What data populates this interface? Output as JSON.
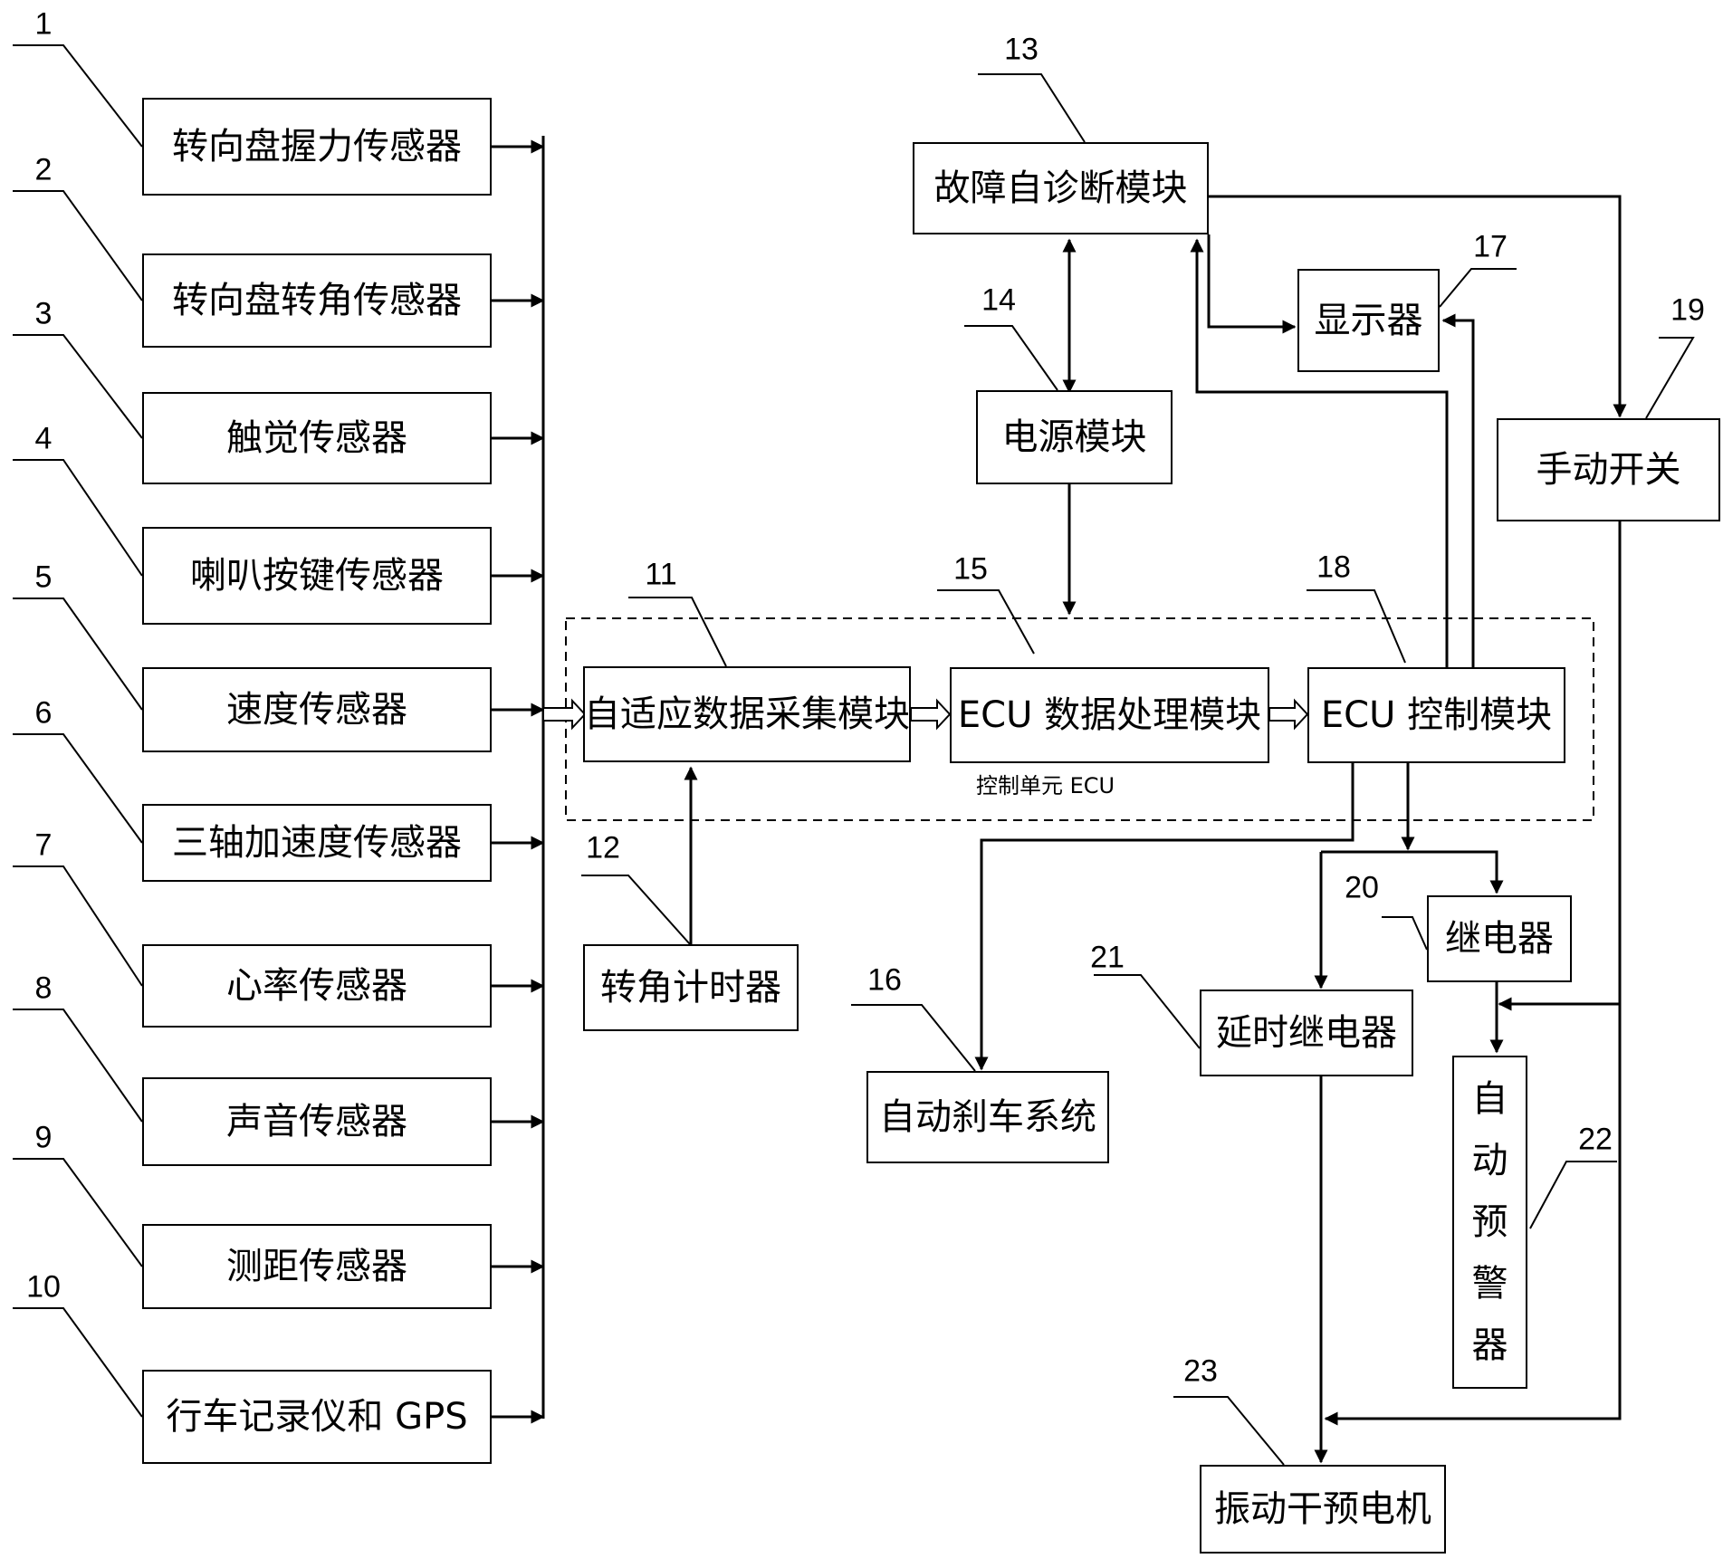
{
  "sensors": [
    {
      "num": "1",
      "label": "转向盘握力传感器"
    },
    {
      "num": "2",
      "label": "转向盘转角传感器"
    },
    {
      "num": "3",
      "label": "触觉传感器"
    },
    {
      "num": "4",
      "label": "喇叭按键传感器"
    },
    {
      "num": "5",
      "label": "速度传感器"
    },
    {
      "num": "6",
      "label": "三轴加速度传感器"
    },
    {
      "num": "7",
      "label": "心率传感器"
    },
    {
      "num": "8",
      "label": "声音传感器"
    },
    {
      "num": "9",
      "label": "测距传感器"
    },
    {
      "num": "10",
      "label": "行车记录仪和 GPS"
    }
  ],
  "modules": {
    "adaptive": {
      "num": "11",
      "label": "自适应数据采集模块"
    },
    "timer": {
      "num": "12",
      "label": "转角计时器"
    },
    "fault": {
      "num": "13",
      "label": "故障自诊断模块"
    },
    "power": {
      "num": "14",
      "label": "电源模块"
    },
    "ecu_data": {
      "num": "15",
      "label": "ECU 数据处理模块"
    },
    "brake": {
      "num": "16",
      "label": "自动刹车系统"
    },
    "display": {
      "num": "17",
      "label": "显示器"
    },
    "ecu_ctrl": {
      "num": "18",
      "label": "ECU 控制模块"
    },
    "switch": {
      "num": "19",
      "label": "手动开关"
    },
    "relay": {
      "num": "20",
      "label": "继电器"
    },
    "delay_relay": {
      "num": "21",
      "label": "延时继电器"
    },
    "warner": {
      "num": "22",
      "chars": [
        "自",
        "动",
        "预",
        "警",
        "器"
      ]
    },
    "motor": {
      "num": "23",
      "label": "振动干预电机"
    }
  },
  "ecu_unit_caption": "控制单元 ECU"
}
